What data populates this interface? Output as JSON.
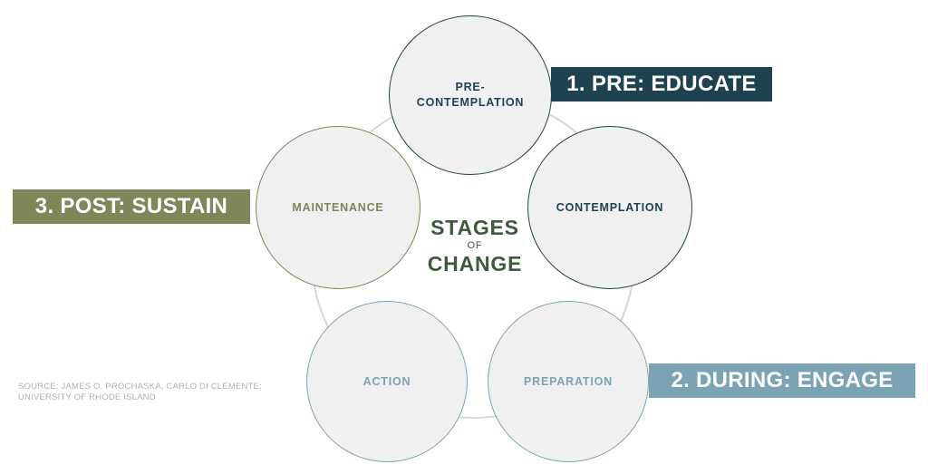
{
  "colors": {
    "navy": "#1f4250",
    "olive": "#80855a",
    "steel_blue": "#7ba3b4",
    "circle_fill": "#f0f0f0",
    "ring": "#d6d6d6",
    "center_text": "#3d5a3c",
    "source_text": "#b0b0b0"
  },
  "phases": {
    "pre": "1. PRE: EDUCATE",
    "during": "2. DURING: ENGAGE",
    "post": "3. POST: SUSTAIN"
  },
  "stages": {
    "precontemplation": "PRE-\nCONTEMPLATION",
    "contemplation": "CONTEMPLATION",
    "preparation": "PREPARATION",
    "action": "ACTION",
    "maintenance": "MAINTENANCE"
  },
  "center": {
    "line1": "STAGES",
    "line2": "OF",
    "line3": "CHANGE"
  },
  "source": "SOURCE: JAMES O. PROCHASKA, CARLO DI CLEMENTE;\nUNIVERSITY OF RHODE ISLAND"
}
